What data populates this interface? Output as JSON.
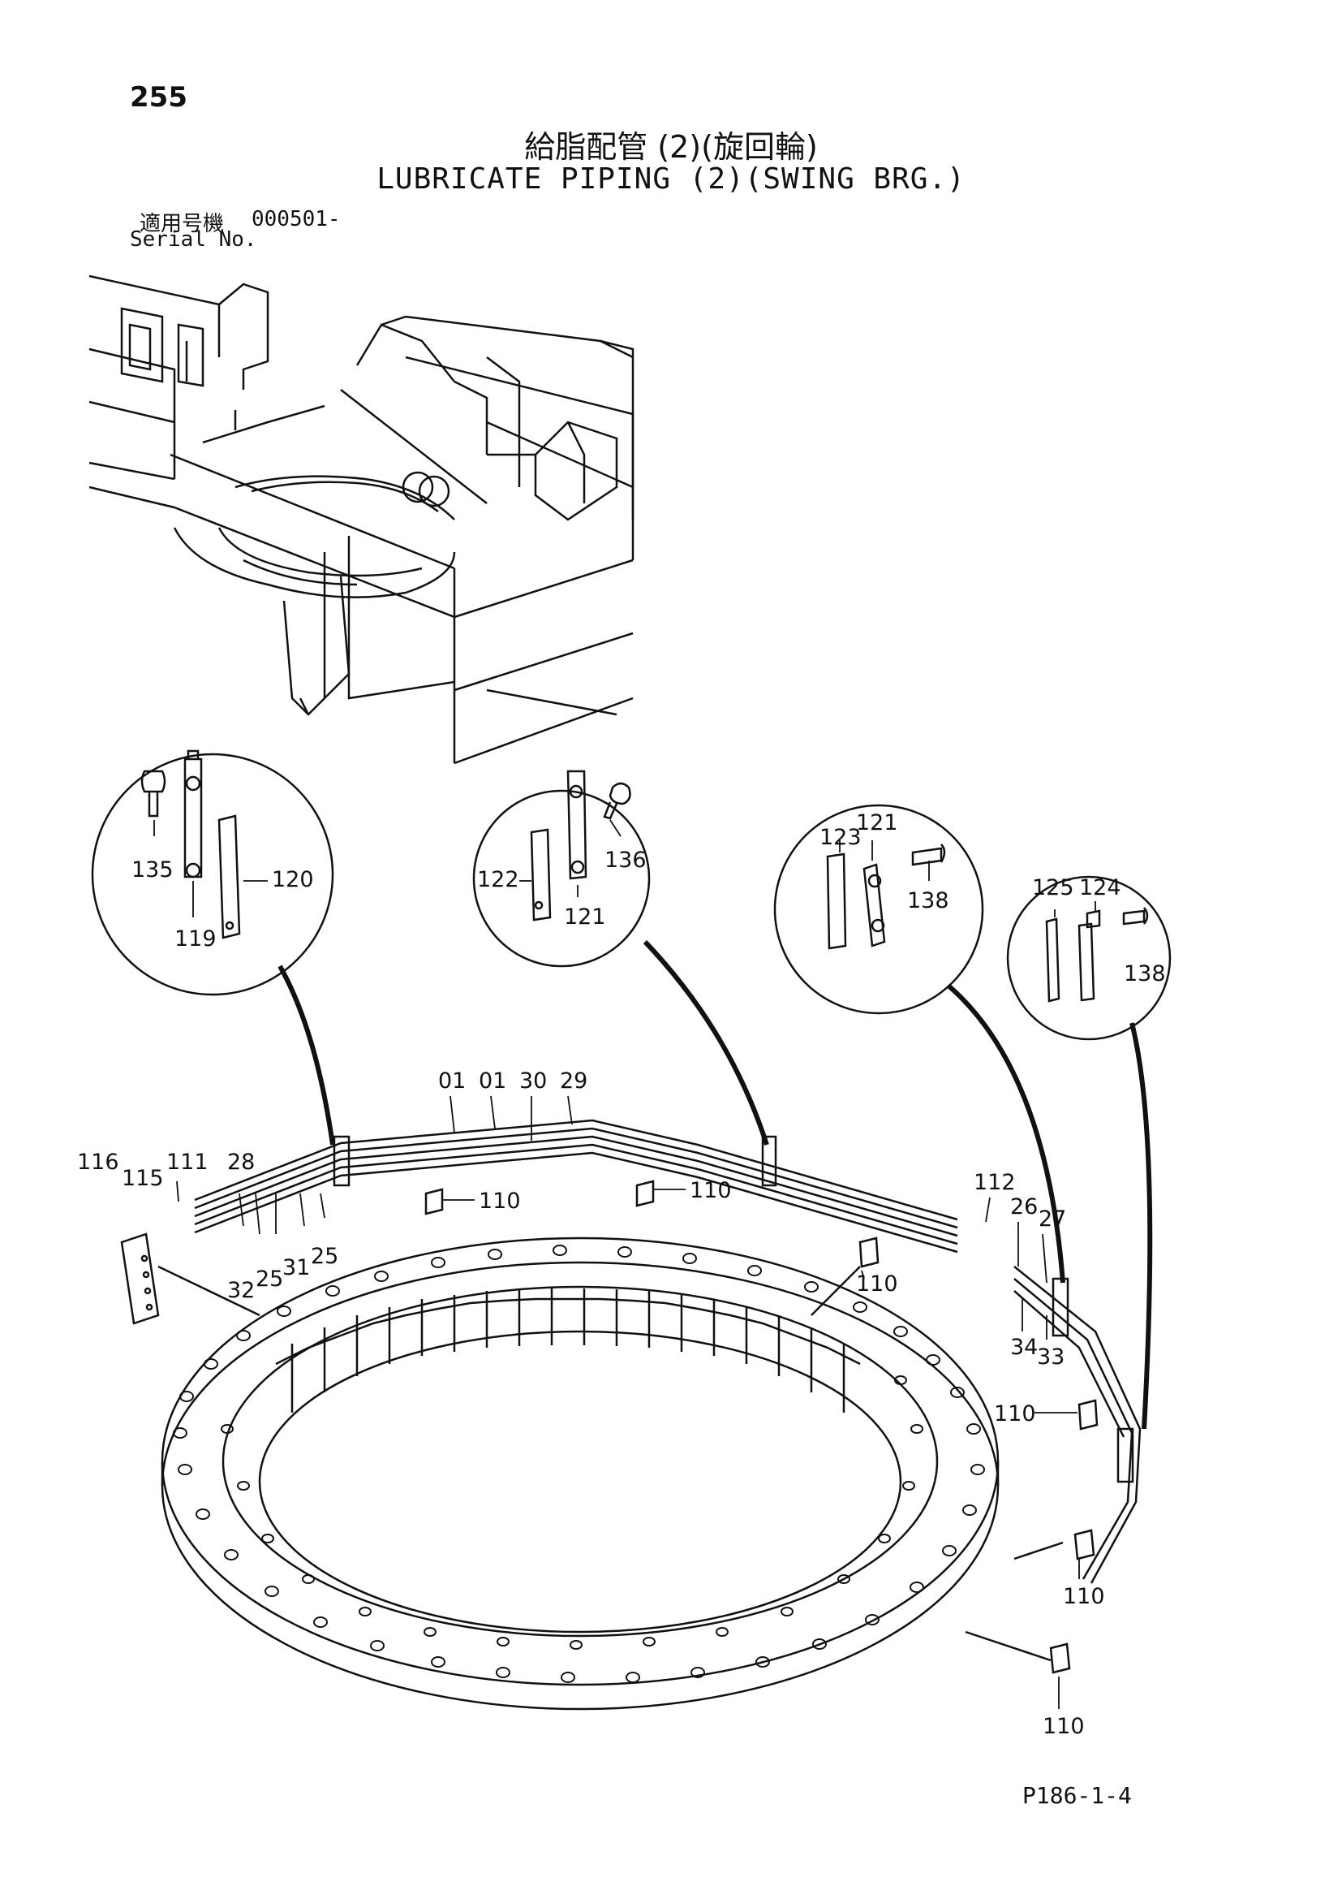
{
  "page_number": "255",
  "title_jp": "給脂配管 (2)(旋回輪)",
  "title_en": "LUBRICATE PIPING (2)(SWING BRG.)",
  "serial": {
    "label_jp": "適用号機",
    "value": "000501-",
    "label_en": "Serial No."
  },
  "doc_code": "P186-1-4",
  "callouts": {
    "c135": "135",
    "c119": "119",
    "c120": "120",
    "c122": "122",
    "c121a": "121",
    "c136": "136",
    "c123": "123",
    "c121b": "121",
    "c138a": "138",
    "c125": "125",
    "c124": "124",
    "c138b": "138",
    "c01a": "01",
    "c01b": "01",
    "c30": "30",
    "c29": "29",
    "c116": "116",
    "c115": "115",
    "c111": "111",
    "c28": "28",
    "c32": "32",
    "c25a": "25",
    "c31": "31",
    "c25b": "25",
    "c110a": "110",
    "c110b": "110",
    "c110c": "110",
    "c112": "112",
    "c26": "26",
    "c27": "27",
    "c34": "34",
    "c33": "33",
    "c110d": "110",
    "c110e": "110",
    "c110f": "110"
  }
}
